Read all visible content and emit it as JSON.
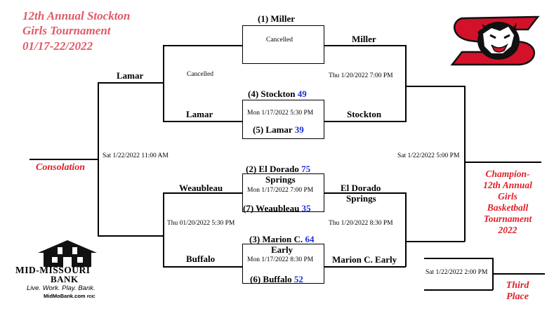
{
  "title": {
    "line1": "12th Annual Stockton",
    "line2": "Girls Tournament",
    "line3": "01/17-22/2022"
  },
  "games": {
    "g1": {
      "top_seed": "(1) Miller",
      "status": "Cancelled",
      "winner": "Miller",
      "note": "Thu 1/20/2022 7:00 PM"
    },
    "g2": {
      "top": "(4) Stockton",
      "top_score": "49",
      "time": "Mon 1/17/2022 5:30 PM",
      "bottom": "(5) Lamar",
      "bottom_score": "39",
      "winner": "Stockton"
    },
    "g3": {
      "top": "(2) El Dorado",
      "top_score": "75",
      "top_line2": "Springs",
      "time": "Mon 1/17/2022 7:00 PM",
      "bottom": "(7) Weaubleau",
      "bottom_score": "35",
      "winner_line1": "El Dorado",
      "winner_line2": "Springs",
      "note": "Thu 1/20/2022 8:30 PM"
    },
    "g4": {
      "top": "(3) Marion C.",
      "top_score": "64",
      "top_line2": "Early",
      "time": "Mon 1/17/2022 8:30 PM",
      "bottom": "(6) Buffalo",
      "bottom_score": "52",
      "winner": "Marion C. Early"
    }
  },
  "consolation": {
    "lamar_top": "Lamar",
    "cancelled": "Cancelled",
    "lamar_mid": "Lamar",
    "weaubleau": "Weaubleau",
    "buffalo": "Buffalo",
    "note": "Thu  01/20/2022 5:30 PM",
    "final_time": "Sat 1/22/2022 11:00  AM",
    "label": "Consolation"
  },
  "championship": {
    "time": "Sat 1/22/2022 5:00 PM",
    "label_lines": [
      "Champion-",
      "12th Annual",
      "Girls",
      "Basketball",
      "Tournament",
      "2022"
    ]
  },
  "third_place": {
    "time": "Sat 1/22/2022 2:00 PM",
    "label_lines": [
      "Third",
      "Place"
    ]
  },
  "sponsor": {
    "name_line1": "MID-MISSOURI",
    "name_line2": "BANK",
    "tagline": "Live. Work. Play. Bank.",
    "url": "MidMoBank.com",
    "badge": "FDIC"
  },
  "colors": {
    "title": "#e05a66",
    "score": "#1a2fd6",
    "label": "#e0202a",
    "logo_red": "#d3122a"
  }
}
